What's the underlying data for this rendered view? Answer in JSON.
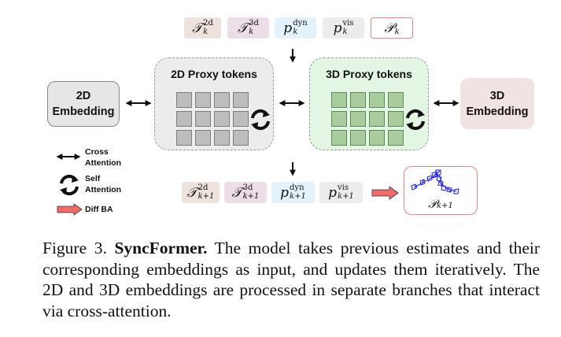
{
  "inputs_top": [
    {
      "id": "T2d",
      "symbol": "𝒯",
      "superscript": "2d",
      "subscript": "k",
      "color": "#ede2dc"
    },
    {
      "id": "T3d",
      "symbol": "𝒯",
      "superscript": "3d",
      "subscript": "k",
      "color": "#ecdde7"
    },
    {
      "id": "pdyn",
      "symbol": "p",
      "superscript": "dyn",
      "subscript": "k",
      "color": "#e4f3fb"
    },
    {
      "id": "pvis",
      "symbol": "p",
      "superscript": "vis",
      "subscript": "k",
      "color": "#ececec"
    },
    {
      "id": "P",
      "symbol": "𝒫",
      "superscript": "",
      "subscript": "k",
      "border_color": "#ee8484"
    }
  ],
  "outputs_bottom": [
    {
      "id": "T2d",
      "symbol": "𝒯",
      "superscript": "2d",
      "subscript": "k+1"
    },
    {
      "id": "T3d",
      "symbol": "𝒯",
      "superscript": "3d",
      "subscript": "k+1"
    },
    {
      "id": "pdyn",
      "symbol": "p",
      "superscript": "dyn",
      "subscript": "k+1"
    },
    {
      "id": "pvis",
      "symbol": "p",
      "superscript": "vis",
      "subscript": "k+1"
    }
  ],
  "output_cameras": {
    "symbol": "𝒫",
    "subscript": "k+1",
    "camera_color": "#1a1aff"
  },
  "embedding_2d": {
    "line1": "2D",
    "line2": "Embedding",
    "color": "#e6e6e6"
  },
  "embedding_3d": {
    "line1": "3D",
    "line2": "Embedding",
    "color": "#efe4e1"
  },
  "proxy_2d": {
    "title": "2D Proxy tokens",
    "rows": 3,
    "cols": 4,
    "token_color": "#bdbdbd"
  },
  "proxy_3d": {
    "title": "3D Proxy tokens",
    "rows": 3,
    "cols": 4,
    "token_color": "#a8cc9c"
  },
  "legend": {
    "cross_attention": {
      "line1": "Cross",
      "line2": "Attention"
    },
    "self_attention": {
      "line1": "Self",
      "line2": "Attention"
    },
    "diff_ba": {
      "label": "Diff BA",
      "color": "#f26b6b"
    }
  },
  "caption": {
    "prefix": "Figure 3.",
    "title": "SyncFormer.",
    "body": "The model takes previous estimates and their corresponding embeddings as input, and updates them iteratively. The 2D and 3D embeddings are processed in separate branches that interact via cross-attention."
  }
}
